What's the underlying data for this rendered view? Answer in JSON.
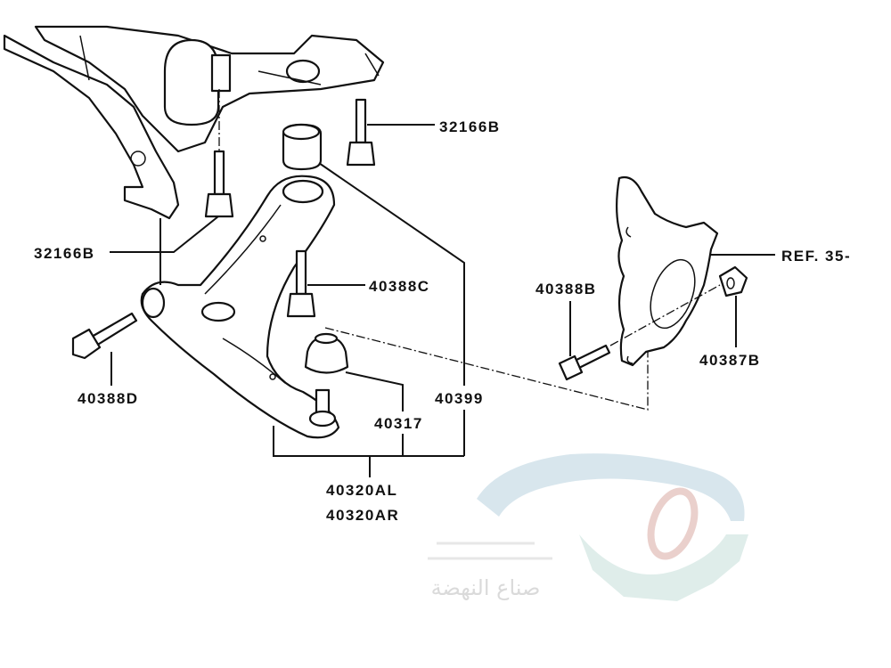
{
  "labels": {
    "bolt_top": "32166B",
    "bolt_left": "32166B",
    "bolt_c": "40388C",
    "bolt_d": "40388D",
    "bolt_b": "40388B",
    "ref": "REF. 35-",
    "nut": "40387B",
    "ball_joint_boot": "40317",
    "bushing": "40399",
    "arm_left": "40320AL",
    "arm_right": "40320AR"
  },
  "watermark": {
    "text": "صناع النهضة"
  },
  "colors": {
    "line": "#111111",
    "watermark_blue": "#c9dde6",
    "watermark_red": "#e8c9c6",
    "watermark_teal": "#d3e8e4"
  }
}
